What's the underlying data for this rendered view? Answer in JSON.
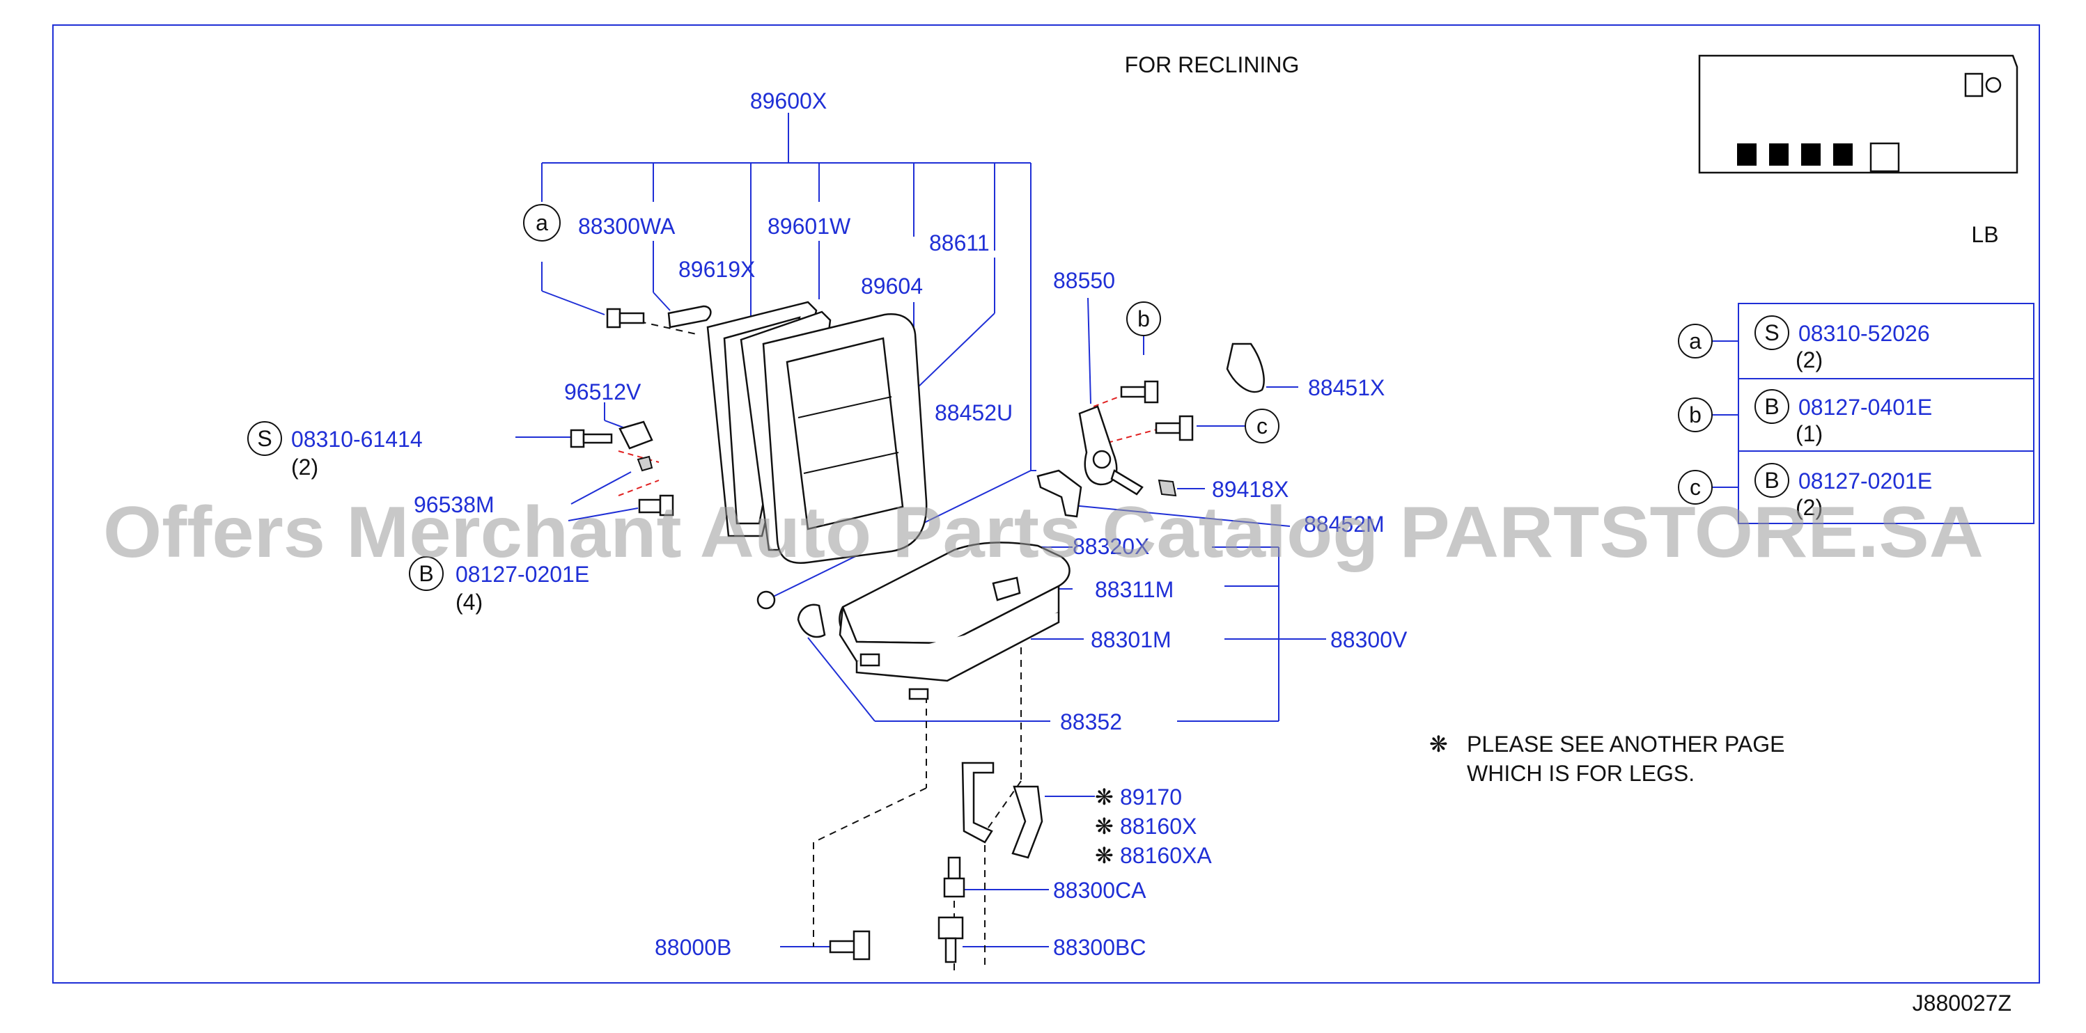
{
  "title": "FOR  RECLINING",
  "diagram_code": "J880027Z",
  "corner_label": "LB",
  "watermark": "Offers Merchant Auto Parts Catalog PARTSTORE.SA",
  "note": {
    "symbol": "❋",
    "line1": "PLEASE  SEE  ANOTHER  PAGE",
    "line2": "WHICH  IS  FOR  LEGS."
  },
  "legend": [
    {
      "key": "a",
      "type": "S",
      "part": "08310-52026",
      "qty": "(2)"
    },
    {
      "key": "b",
      "type": "B",
      "part": "08127-0401E",
      "qty": "(1)"
    },
    {
      "key": "c",
      "type": "B",
      "part": "08127-0201E",
      "qty": "(2)"
    }
  ],
  "callouts": {
    "a": "a",
    "b": "b",
    "c": "c",
    "s": "S",
    "bb": "B"
  },
  "parts": {
    "p89600X": "89600X",
    "p88300WA": "88300WA",
    "p89601W": "89601W",
    "p89619X": "89619X",
    "p88611": "88611",
    "p89604": "89604",
    "p88550": "88550",
    "p88451X": "88451X",
    "p96512V": "96512V",
    "p88452U": "88452U",
    "p08310_61414": "08310-61414",
    "q2": "(2)",
    "p96538M": "96538M",
    "p89418X": "89418X",
    "p88452M": "88452M",
    "p88320X": "88320X",
    "p08127_0201E": "08127-0201E",
    "q4": "(4)",
    "p88311M": "88311M",
    "p88300V": "88300V",
    "p88301M": "88301M",
    "p88352": "88352",
    "p89170": "89170",
    "p88160X": "88160X",
    "p88160XA": "88160XA",
    "p88300CA": "88300CA",
    "p88000B": "88000B",
    "p88300BC": "88300BC",
    "star": "❋"
  }
}
